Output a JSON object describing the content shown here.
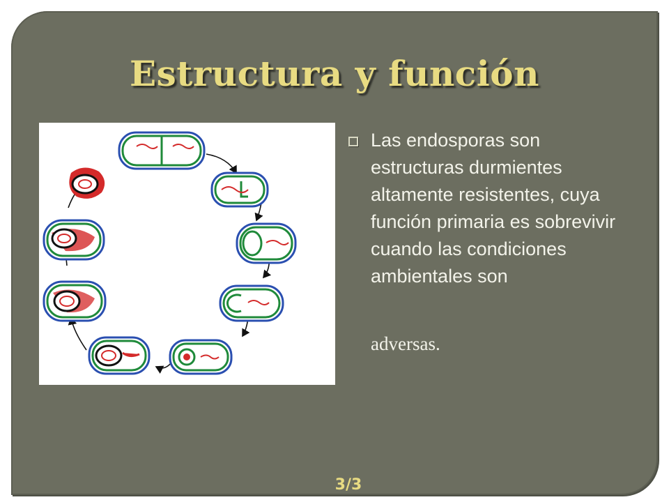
{
  "slide": {
    "title": "Estructura y función",
    "bullet_text": "Las endosporas son estructuras durmientes altamente resistentes, cuya función primaria es sobrevivir cuando las condiciones ambientales son",
    "bullet_last_word": "adversas.",
    "page_number": "3/3"
  },
  "colors": {
    "background": "#6c6e60",
    "title": "#e8db82",
    "text": "#f3f3ea",
    "cell_green": "#1f8a3a",
    "cell_blue": "#2a4fb0",
    "spore_red": "#d42a2a"
  },
  "icons": {
    "bullet": "hollow-square-bullet"
  }
}
